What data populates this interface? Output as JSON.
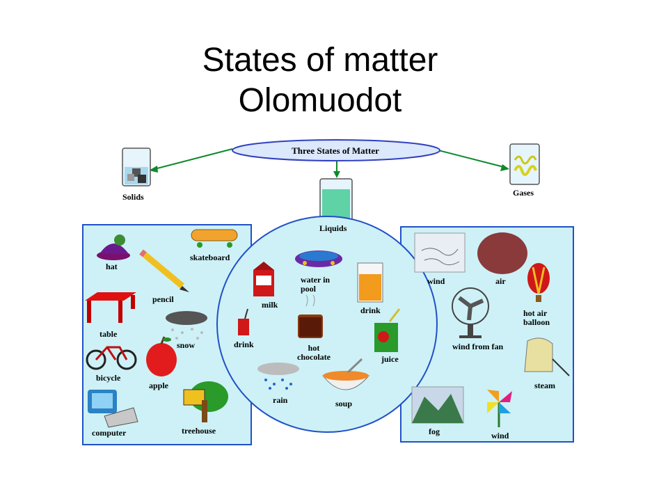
{
  "title": {
    "line1": "States of matter",
    "line2": "Olomuodot"
  },
  "diagram": {
    "center_label": "Three States of Matter",
    "categories": {
      "solids": "Solids",
      "liquids": "Liquids",
      "gases": "Gases"
    },
    "solids_items": [
      "hat",
      "skateboard",
      "pencil",
      "table",
      "snow",
      "bicycle",
      "apple",
      "computer",
      "treehouse"
    ],
    "liquids_items": [
      "milk",
      "water in pool",
      "drink",
      "drink",
      "hot chocolate",
      "juice",
      "rain",
      "soup"
    ],
    "gases_items": [
      "wind",
      "air",
      "hot air balloon",
      "wind from fan",
      "steam",
      "fog",
      "wind"
    ],
    "colors": {
      "panel_fill": "#cdf1f6",
      "panel_border": "#2050c8",
      "arrow": "#0c8a2a",
      "oval_fill": "#dce8fb"
    }
  }
}
